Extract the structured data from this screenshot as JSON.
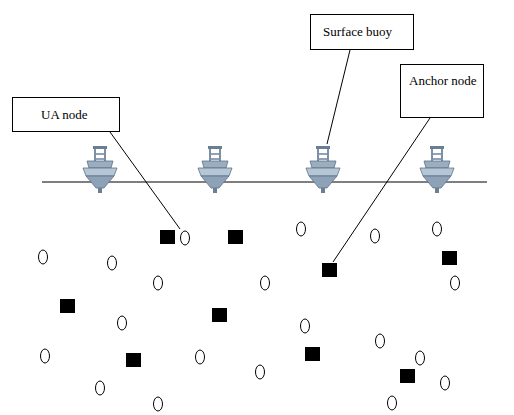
{
  "diagram": {
    "nodes": [
      {
        "text": [
          "UA node"
        ]
      },
      {
        "text": [
          "Surface buoy"
        ]
      },
      {
        "text": [
          "Anchor node"
        ]
      }
    ]
  }
}
